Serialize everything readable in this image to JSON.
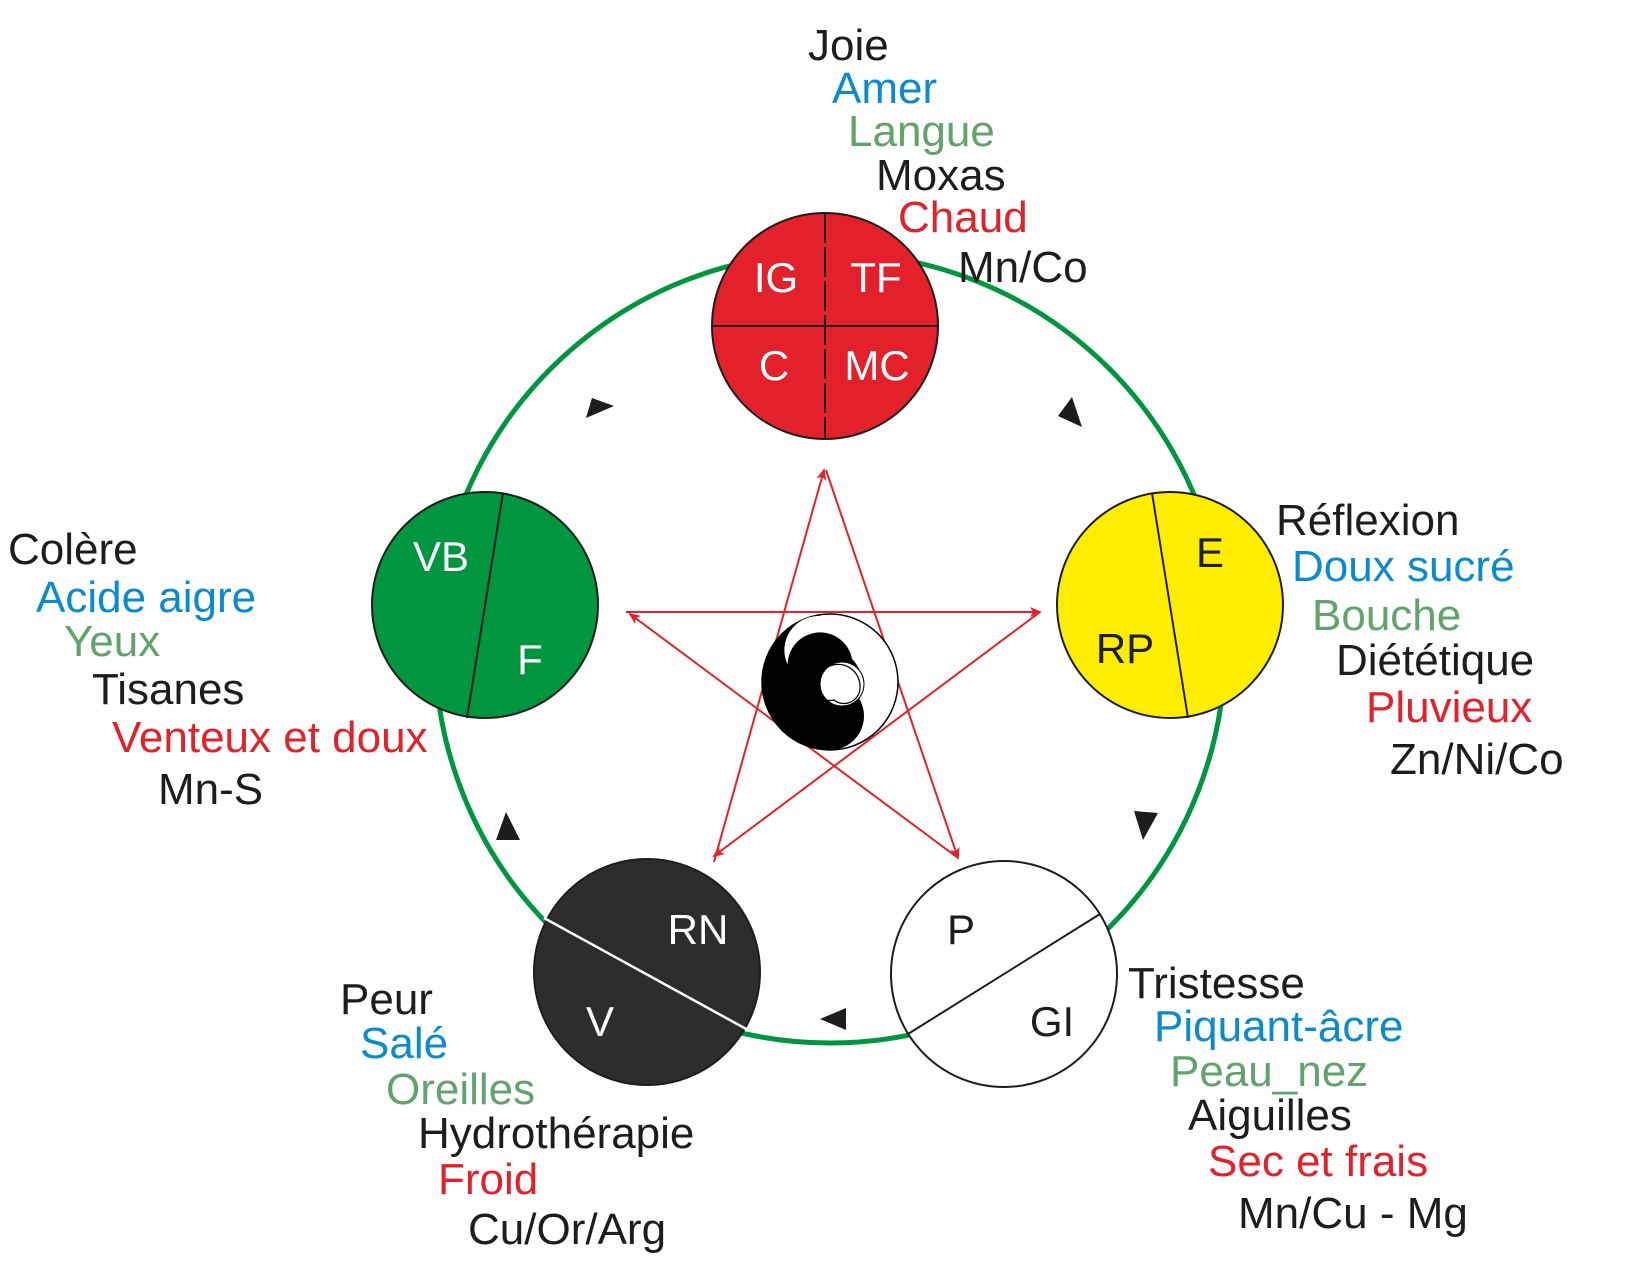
{
  "colors": {
    "cycle_green": "#009640",
    "star_red": "#e3212a",
    "fire": "#e3212a",
    "earth": "#ffed00",
    "metal": "#ffffff",
    "water": "#2d2d2d",
    "wood": "#009640",
    "label_black": "#1d1d1b",
    "label_blue": "#0a8bd1",
    "label_green": "#62a36d",
    "label_red": "#e3212a"
  },
  "elements": {
    "fire": {
      "organs": [
        "IG",
        "TF",
        "C",
        "MC"
      ],
      "labels": [
        {
          "text": "Joie",
          "color": "label_black"
        },
        {
          "text": "Amer",
          "color": "label_blue"
        },
        {
          "text": "Langue",
          "color": "label_green"
        },
        {
          "text": "Moxas",
          "color": "label_black"
        },
        {
          "text": "Chaud",
          "color": "label_red"
        },
        {
          "text": "Mn/Co",
          "color": "label_black"
        }
      ]
    },
    "earth": {
      "organs": [
        "E",
        "RP"
      ],
      "labels": [
        {
          "text": "Réflexion",
          "color": "label_black"
        },
        {
          "text": "Doux sucré",
          "color": "label_blue"
        },
        {
          "text": "Bouche",
          "color": "label_green"
        },
        {
          "text": "Diététique",
          "color": "label_black"
        },
        {
          "text": "Pluvieux",
          "color": "label_red"
        },
        {
          "text": "Zn/Ni/Co",
          "color": "label_black"
        }
      ]
    },
    "metal": {
      "organs": [
        "P",
        "GI"
      ],
      "labels": [
        {
          "text": "Tristesse",
          "color": "label_black"
        },
        {
          "text": "Piquant-âcre",
          "color": "label_blue"
        },
        {
          "text": "Peau_nez",
          "color": "label_green"
        },
        {
          "text": "Aiguilles",
          "color": "label_black"
        },
        {
          "text": "Sec et frais",
          "color": "label_red"
        },
        {
          "text": "Mn/Cu - Mg",
          "color": "label_black"
        }
      ]
    },
    "water": {
      "organs": [
        "RN",
        "V"
      ],
      "labels": [
        {
          "text": "Peur",
          "color": "label_black"
        },
        {
          "text": "Salé",
          "color": "label_blue"
        },
        {
          "text": "Oreilles",
          "color": "label_green"
        },
        {
          "text": "Hydrothérapie",
          "color": "label_black"
        },
        {
          "text": "Froid",
          "color": "label_red"
        },
        {
          "text": "Cu/Or/Arg",
          "color": "label_black"
        }
      ]
    },
    "wood": {
      "organs": [
        "VB",
        "F"
      ],
      "labels": [
        {
          "text": "Colère",
          "color": "label_black"
        },
        {
          "text": "Acide aigre",
          "color": "label_blue"
        },
        {
          "text": "Yeux",
          "color": "label_green"
        },
        {
          "text": "Tisanes",
          "color": "label_black"
        },
        {
          "text": "Venteux et doux",
          "color": "label_red"
        },
        {
          "text": "Mn-S",
          "color": "label_black"
        }
      ]
    }
  }
}
